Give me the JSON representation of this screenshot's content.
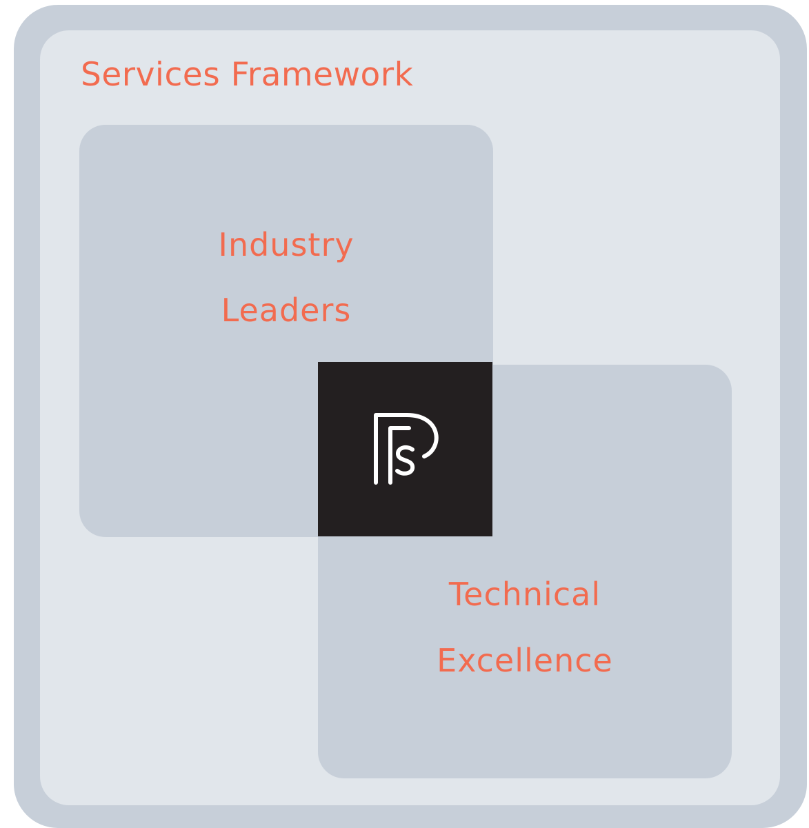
{
  "diagram": {
    "title": "Services Framework",
    "boxes": [
      {
        "lines": [
          "Industry",
          "Leaders"
        ]
      },
      {
        "lines": [
          "Technical",
          "Excellence"
        ]
      }
    ],
    "center_logo": {
      "icon": "fs-monogram-logo"
    }
  },
  "colors": {
    "accent_text": "#f26b4f",
    "frame": "#c7cfd9",
    "panel": "#e1e6eb",
    "box": "#c7cfd9",
    "logo_bg": "#231f20",
    "logo_fg": "#ffffff"
  }
}
